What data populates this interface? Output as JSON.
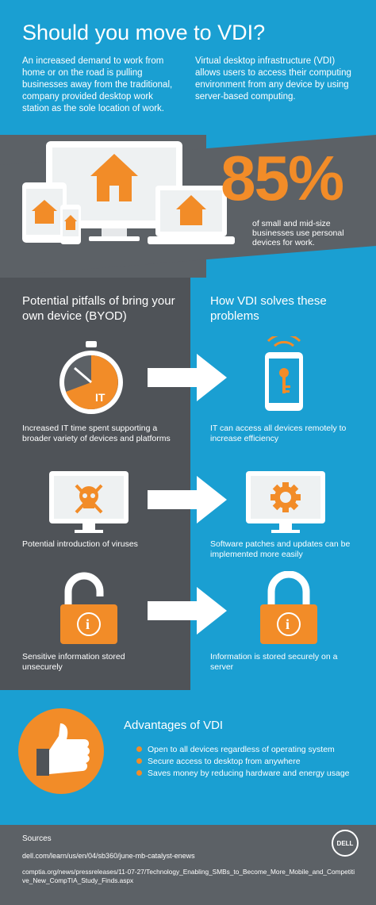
{
  "colors": {
    "blue": "#1a9fd2",
    "gray": "#5c6166",
    "dark_gray": "#4f5358",
    "orange": "#f28c28",
    "white": "#ffffff"
  },
  "header": {
    "title": "Should you move to VDI?",
    "intro_left": "An increased demand to work from home or on the road is pulling businesses away from the traditional, company provided desktop work station as the sole location of work.",
    "intro_right": "Virtual desktop infrastructure (VDI) allows users to access their computing environment from any device by using server-based computing."
  },
  "stat": {
    "value": "85%",
    "caption": "of small and mid-size businesses use personal devices for work."
  },
  "pitfalls": {
    "heading": "Potential pitfalls of bring your own device (BYOD)",
    "items": [
      {
        "text": "Increased IT time spent supporting a broader variety of devices and platforms",
        "icon": "stopwatch-icon",
        "label": "IT"
      },
      {
        "text": "Potential introduction of viruses",
        "icon": "skull-monitor-icon"
      },
      {
        "text": "Sensitive information stored unsecurely",
        "icon": "unlocked-padlock-icon",
        "label": "i"
      }
    ]
  },
  "solutions": {
    "heading": "How VDI solves these problems",
    "items": [
      {
        "text": "IT can access all devices remotely to increase efficiency",
        "icon": "phone-key-icon"
      },
      {
        "text": "Software patches and updates can be implemented more easily",
        "icon": "gear-monitor-icon"
      },
      {
        "text": "Information is stored securely on a server",
        "icon": "locked-padlock-icon",
        "label": "i"
      }
    ]
  },
  "advantages": {
    "heading": "Advantages of VDI",
    "items": [
      "Open to all devices regardless of operating system",
      "Secure access to desktop from anywhere",
      "Saves money by reducing hardware and energy usage"
    ]
  },
  "sources": {
    "label": "Sources",
    "links": [
      "dell.com/learn/us/en/04/sb360/june-mb-catalyst-enews",
      "comptia.org/news/pressreleases/11-07-27/Technology_Enabling_SMBs_to_Become_More_Mobile_and_Competitive_New_CompTIA_Study_Finds.aspx"
    ],
    "logo_text": "DELL"
  }
}
